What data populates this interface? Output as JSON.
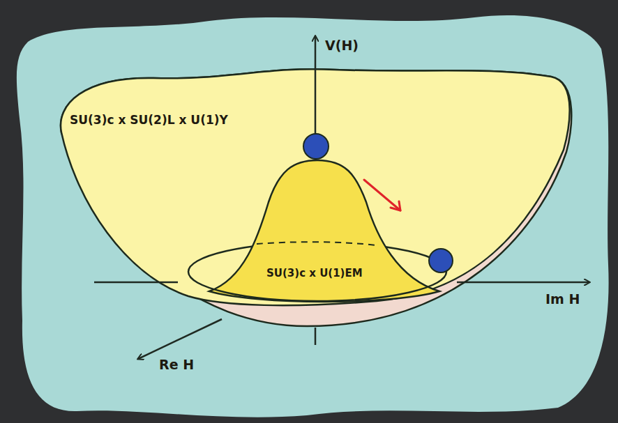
{
  "diagram": {
    "labels": [
      "V(H)",
      "SU(3)c x SU(2)L x U(1)Y",
      "SU(3)c x U(1)EM",
      "Im H",
      "Re H"
    ]
  }
}
